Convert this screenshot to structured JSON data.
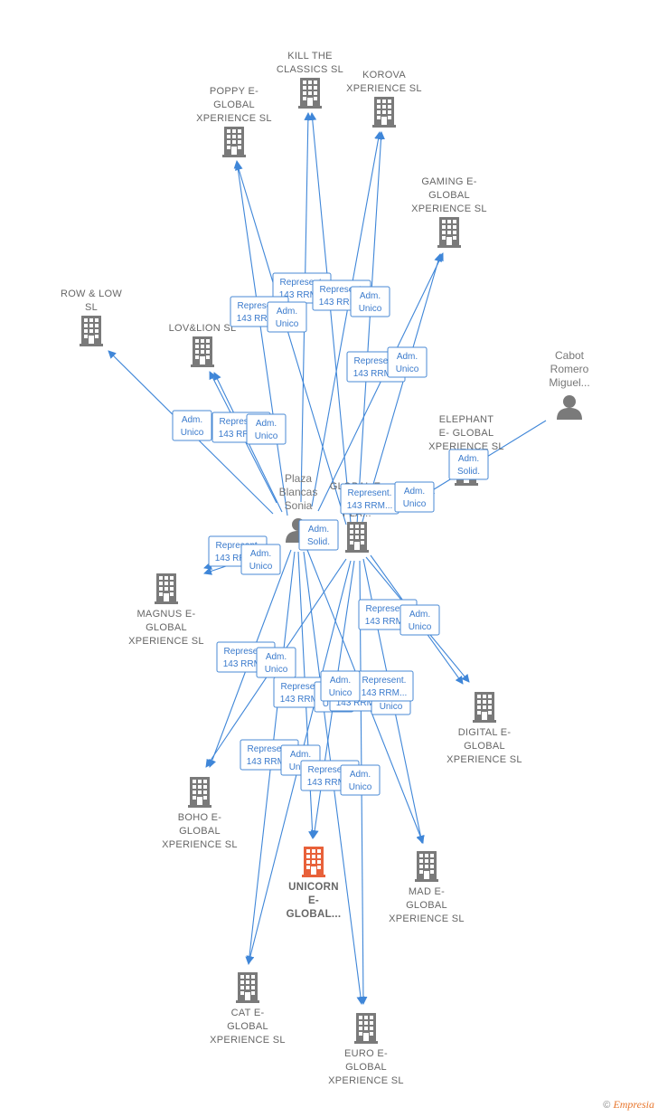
{
  "colors": {
    "edge": "#3f86d8",
    "company": "#7a7a7a",
    "focus": "#e8613a",
    "person": "#7a7a7a",
    "tag": "#3a7acc"
  },
  "companies": [
    {
      "id": "kill",
      "lines": [
        "KILL THE",
        "CLASSICS  SL"
      ]
    },
    {
      "id": "korova",
      "lines": [
        "KOROVA",
        "XPERIENCE  SL"
      ]
    },
    {
      "id": "poppy",
      "lines": [
        "POPPY E-",
        "GLOBAL",
        "XPERIENCE  SL"
      ]
    },
    {
      "id": "gaming",
      "lines": [
        "GAMING E-",
        "GLOBAL",
        "XPERIENCE  SL"
      ]
    },
    {
      "id": "row",
      "lines": [
        "ROW & LOW",
        "SL"
      ]
    },
    {
      "id": "lovlion",
      "lines": [
        "LOV&LION SL"
      ]
    },
    {
      "id": "elephant",
      "lines": [
        "ELEPHANT",
        "E- GLOBAL",
        "XPERIENCE  SL"
      ]
    },
    {
      "id": "global",
      "lines": [
        "GLOBAL E-",
        "XP...",
        "PLA..."
      ]
    },
    {
      "id": "magnus",
      "lines": [
        "MAGNUS E-",
        "GLOBAL",
        "XPERIENCE  SL"
      ]
    },
    {
      "id": "digital",
      "lines": [
        "DIGITAL E-",
        "GLOBAL",
        "XPERIENCE  SL"
      ]
    },
    {
      "id": "boho",
      "lines": [
        "BOHO E-",
        "GLOBAL",
        "XPERIENCE  SL"
      ]
    },
    {
      "id": "unicorn",
      "lines": [
        "UNICORN",
        "E-",
        "GLOBAL..."
      ],
      "focus": true
    },
    {
      "id": "mad",
      "lines": [
        "MAD E-",
        "GLOBAL",
        "XPERIENCE  SL"
      ]
    },
    {
      "id": "cat",
      "lines": [
        "CAT E-",
        "GLOBAL",
        "XPERIENCE  SL"
      ]
    },
    {
      "id": "euro",
      "lines": [
        "EURO E-",
        "GLOBAL",
        "XPERIENCE  SL"
      ]
    }
  ],
  "persons": [
    {
      "id": "plaza",
      "lines": [
        "Plaza",
        "Blancas",
        "Sonia"
      ]
    },
    {
      "id": "cabot",
      "lines": [
        "Cabot",
        "Romero",
        "Miguel..."
      ]
    }
  ],
  "tags": [
    {
      "id": "t1",
      "lines": [
        "Represent.",
        "143 RRM..."
      ]
    },
    {
      "id": "t2",
      "lines": [
        "Represent.",
        "143 RRM..."
      ]
    },
    {
      "id": "t3",
      "lines": [
        "Represent.",
        "143 RRM..."
      ]
    },
    {
      "id": "t4",
      "lines": [
        "Adm.",
        "Unico"
      ]
    },
    {
      "id": "t5",
      "lines": [
        "Adm.",
        "Unico"
      ]
    },
    {
      "id": "t6",
      "lines": [
        "Represent.",
        "143 RRM..."
      ]
    },
    {
      "id": "t7",
      "lines": [
        "Adm.",
        "Unico"
      ]
    },
    {
      "id": "t8",
      "lines": [
        "Adm.",
        "Unico"
      ]
    },
    {
      "id": "t9",
      "lines": [
        "Represent.",
        "143 RRM..."
      ]
    },
    {
      "id": "t10",
      "lines": [
        "Adm.",
        "Unico"
      ]
    },
    {
      "id": "t11",
      "lines": [
        "Adm.",
        "Solid."
      ]
    },
    {
      "id": "t12",
      "lines": [
        "Represent.",
        "143 RRM..."
      ]
    },
    {
      "id": "t13",
      "lines": [
        "Adm.",
        "Unico"
      ]
    },
    {
      "id": "t14",
      "lines": [
        "Adm.",
        "Solid."
      ]
    },
    {
      "id": "t15",
      "lines": [
        "Represent.",
        "143 RRM..."
      ]
    },
    {
      "id": "t16",
      "lines": [
        "Adm.",
        "Unico"
      ]
    },
    {
      "id": "t17",
      "lines": [
        "Represent.",
        "143 RRM..."
      ]
    },
    {
      "id": "t18",
      "lines": [
        "Adm.",
        "Unico"
      ]
    },
    {
      "id": "t19",
      "lines": [
        "Represent.",
        "143 RRM..."
      ]
    },
    {
      "id": "t20",
      "lines": [
        "Adm.",
        "Unico"
      ]
    },
    {
      "id": "t21",
      "lines": [
        "Represent.",
        "143 RRM..."
      ]
    },
    {
      "id": "t22",
      "lines": [
        "Adm.",
        "Unico"
      ]
    },
    {
      "id": "t23",
      "lines": [
        "Represent.",
        "143 RRM..."
      ]
    },
    {
      "id": "t24",
      "lines": [
        "Adm.",
        "Unico"
      ]
    },
    {
      "id": "t25",
      "lines": [
        "Represent.",
        "143 RRM..."
      ]
    },
    {
      "id": "t26",
      "lines": [
        "Adm.",
        "Unico"
      ]
    },
    {
      "id": "t27",
      "lines": [
        "Represent.",
        "143 RRM..."
      ]
    },
    {
      "id": "t28",
      "lines": [
        "Adm.",
        "Unico"
      ]
    },
    {
      "id": "t29",
      "lines": [
        "Represent.",
        "143 RRM..."
      ]
    },
    {
      "id": "t30",
      "lines": [
        "Adm.",
        "Unico"
      ]
    }
  ],
  "footer": {
    "copyright": "©",
    "brand": "Empresia"
  }
}
